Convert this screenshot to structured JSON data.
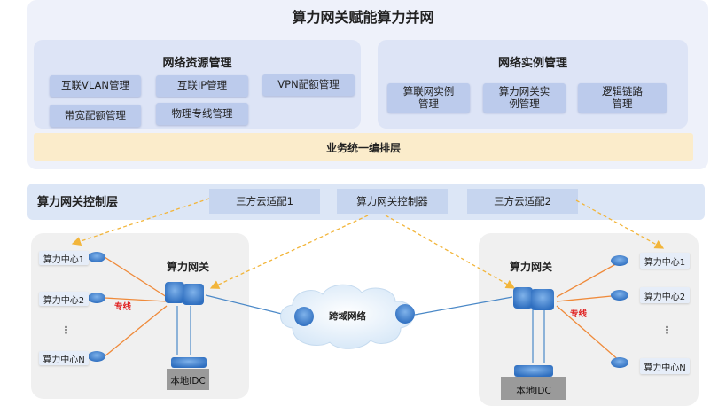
{
  "title": "算力网关赋能算力并网",
  "resource_mgmt": {
    "title": "网络资源管理",
    "items": [
      "互联VLAN管理",
      "互联IP管理",
      "VPN配额管理",
      "带宽配额管理",
      "物理专线管理"
    ]
  },
  "instance_mgmt": {
    "title": "网络实例管理",
    "items": [
      "算联网实例\n管理",
      "算力网关实\n例管理",
      "逻辑链路\n管理"
    ]
  },
  "orchestration": "业务统一编排层",
  "control": {
    "title": "算力网关控制层",
    "items": [
      "三方云适配1",
      "算力网关控制器",
      "三方云适配2"
    ]
  },
  "left_site": {
    "gateway": "算力网关",
    "centers": [
      "算力中心1",
      "算力中心2",
      "算力中心N"
    ],
    "dots": "⋮",
    "link_label": "专线",
    "idc": "本地IDC"
  },
  "right_site": {
    "gateway": "算力网关",
    "centers": [
      "算力中心1",
      "算力中心2",
      "算力中心N"
    ],
    "dots": "⋮",
    "link_label": "专线",
    "idc": "本地IDC"
  },
  "wan": "跨域网络",
  "colors": {
    "dashed_arrow": "#f2b53a",
    "special_line": "#ef8a3a",
    "wan_line": "#4a88c7"
  }
}
